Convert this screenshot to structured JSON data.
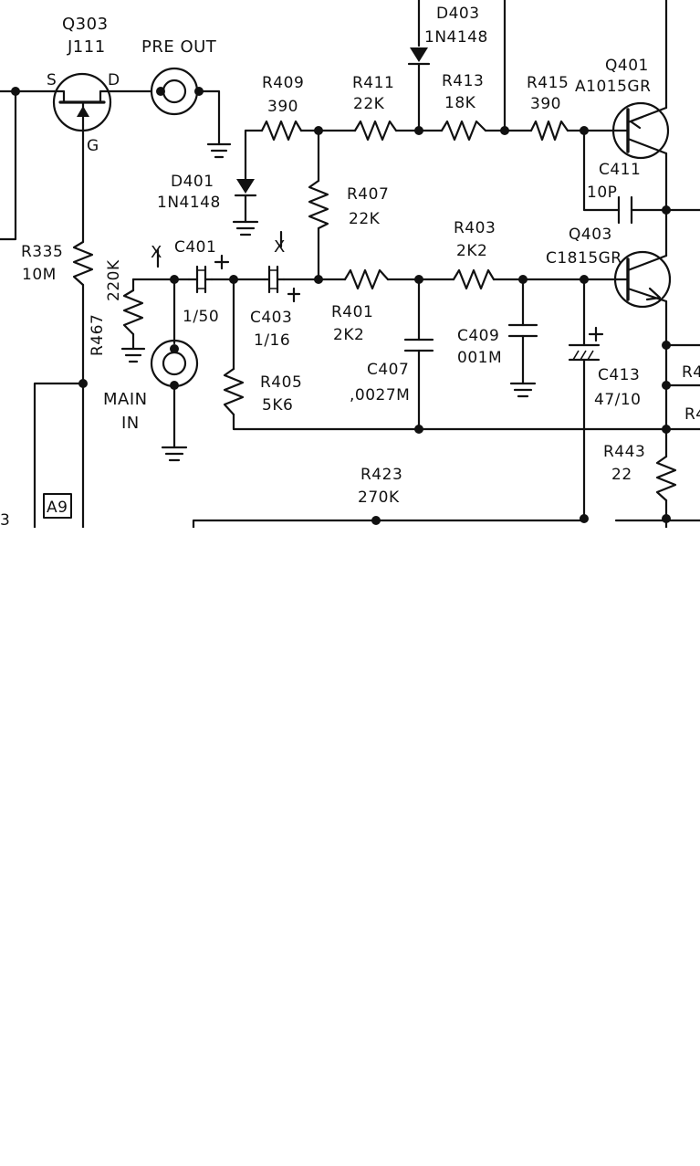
{
  "labels": {
    "q303": "Q303",
    "q303_type": "J111",
    "q303_s": "S",
    "q303_d": "D",
    "q303_g": "G",
    "pre_out": "PRE OUT",
    "d403": "D403",
    "d403_type": "1N4148",
    "q401": "Q401",
    "q401_type": "A1015GR",
    "r409": "R409",
    "r409_val": "390",
    "r411": "R411",
    "r411_val": "22K",
    "r413": "R413",
    "r413_val": "18K",
    "r415": "R415",
    "r415_val": "390",
    "d401": "D401",
    "d401_type": "1N4148",
    "r407": "R407",
    "r407_val": "22K",
    "c411": "C411",
    "c411_val": "10P",
    "q403": "Q403",
    "q403_type": "C1815GR",
    "r403": "R403",
    "r403_val": "2K2",
    "r335": "R335",
    "r335_val": "10M",
    "r467_val": "220K",
    "r467": "R467",
    "x_mark_1": "X",
    "x_mark_2": "X",
    "c401": "C401",
    "c401_val": "1/50",
    "c403": "C403",
    "c403_val": "1/16",
    "r401": "R401",
    "r401_val": "2K2",
    "c409": "C409",
    "c409_val": "001M",
    "c413": "C413",
    "c413_val": "47/10",
    "c407": "C407",
    "c407_val": ",0027M",
    "r405": "R405",
    "r405_val": "5K6",
    "main_in_1": "MAIN",
    "main_in_2": "IN",
    "r443": "R443",
    "r443_val": "22",
    "r423": "R423",
    "r423_val": "270K",
    "a9": "A9",
    "edge_r4_1": "R4",
    "edge_r4_2": "R4",
    "cut_3": "3"
  }
}
